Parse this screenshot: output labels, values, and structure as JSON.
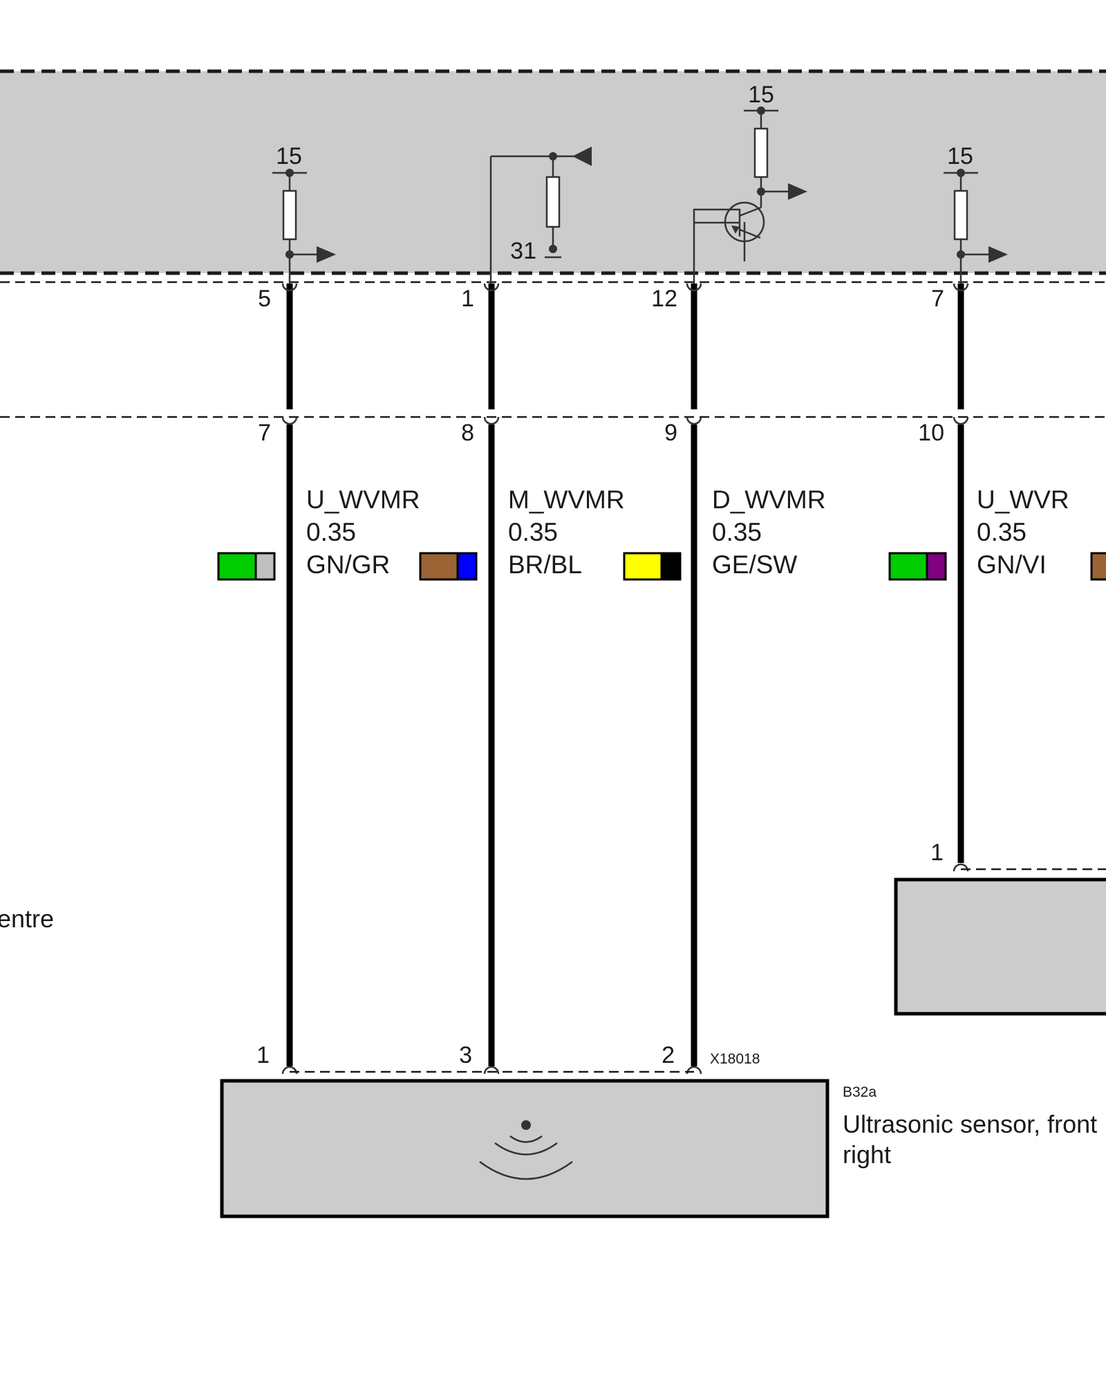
{
  "control_unit": {
    "supply_labels": [
      "15",
      "15",
      "15"
    ],
    "ground_label": "31",
    "pins": [
      "5",
      "1",
      "12",
      "7"
    ]
  },
  "inline_connector": {
    "pins": [
      "7",
      "8",
      "9",
      "10"
    ]
  },
  "wires": [
    {
      "signal": "U_WVMR",
      "cross_section": "0.35",
      "color_code": "GN/GR",
      "colors": [
        "#00cc00",
        "#bfbfbf"
      ]
    },
    {
      "signal": "M_WVMR",
      "cross_section": "0.35",
      "color_code": "BR/BL",
      "colors": [
        "#9a6434",
        "#0000ff"
      ]
    },
    {
      "signal": "D_WVMR",
      "cross_section": "0.35",
      "color_code": "GE/SW",
      "colors": [
        "#ffff00",
        "#000000"
      ]
    },
    {
      "signal": "U_WVR",
      "cross_section": "0.35",
      "color_code": "GN/VI",
      "colors": [
        "#00cc00",
        "#800080"
      ]
    }
  ],
  "partial_left_label": "entre",
  "sensor_connector": {
    "id": "X18018",
    "pins": [
      "1",
      "3",
      "2"
    ]
  },
  "sensor": {
    "id": "B32a",
    "name_line1": "Ultrasonic sensor, front",
    "name_line2": "right",
    "icon": "ultrasonic-wave-icon"
  },
  "right_component": {
    "pin": "1"
  },
  "colors": {
    "unit_fill": "#cccccc",
    "partial_swatch": "#9a6434"
  }
}
